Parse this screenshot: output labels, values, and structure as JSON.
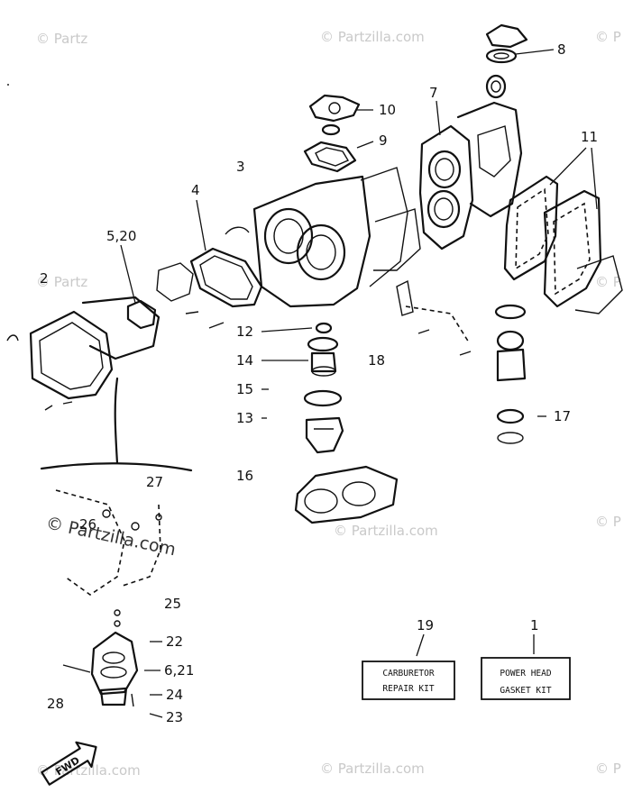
{
  "watermark": {
    "text": "© Partzilla.com",
    "text_short": "© Partz",
    "text_right": "© P"
  },
  "callouts": {
    "c1": "1",
    "c2": "2",
    "c3": "3",
    "c4": "4",
    "c5_20": "5,20",
    "c6_21": "6,21",
    "c7": "7",
    "c8": "8",
    "c9": "9",
    "c10": "10",
    "c11": "11",
    "c12": "12",
    "c13": "13",
    "c14": "14",
    "c15": "15",
    "c16": "16",
    "c17": "17",
    "c18": "18",
    "c19": "19",
    "c22": "22",
    "c23": "23",
    "c24": "24",
    "c25": "25",
    "c26": "26",
    "c27": "27",
    "c28": "28"
  },
  "kits": {
    "carb_line1": "CARBURETOR",
    "carb_line2": "REPAIR KIT",
    "gasket_line1": "POWER HEAD",
    "gasket_line2": "GASKET KIT"
  },
  "fwd_label": "FWD"
}
